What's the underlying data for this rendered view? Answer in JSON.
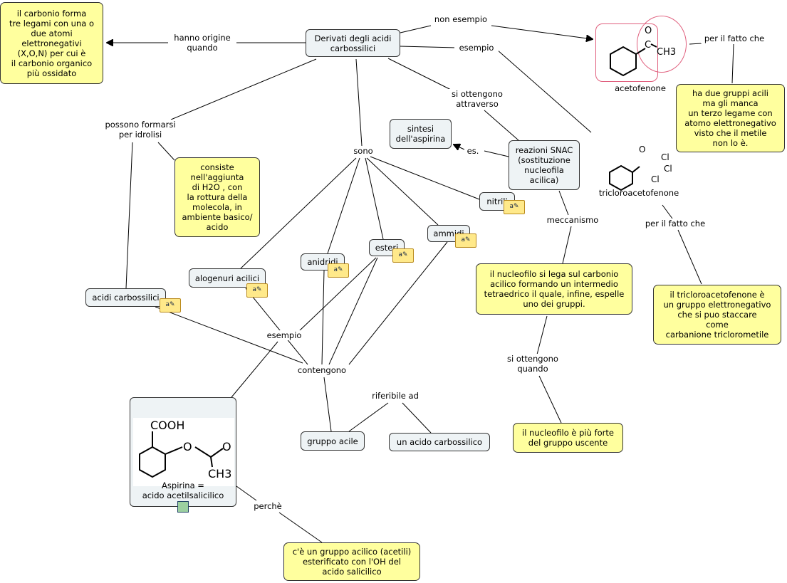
{
  "concepts": {
    "carbonio": "il carbonio forma\ntre legami con una o\ndue atomi\nelettronegativi\n(X,O,N) per cui è\nil carbonio organico\npiù ossidato",
    "main": "Derivati degli acidi\ncarbossilici",
    "acetofenone": "acetofenone",
    "due_gruppi": "ha due gruppi acili\nma gli manca\nun terzo legame con\natomo elettronegativo\nvisto che il metile\nnon lo è.",
    "tricloro": "tricloroacetofenone",
    "tricloro_note": "il tricloroacetofenone è\nun gruppo elettronegativo\nche si puo staccare\ncome\ncarbanione triclorometile",
    "idrolisi_note": "consiste\nnell'aggiunta\ndi H2O , con\nla rottura della\nmolecola, in\nambiente basico/\nacido",
    "sintesi": "sintesi\ndell'aspirina",
    "snac": "reazioni SNAC\n(sostituzione\nnucleofila\nacilica)",
    "nitrili": "nitrili",
    "ammidi": "ammidi",
    "esteri": "esteri",
    "anidridi": "anidridi",
    "alogenuri": "alogenuri acilici",
    "acidi": "acidi carbossilici",
    "nucleofilo": "il nucleofilo si lega sul carbonio\nacilico formando un intermedio\ntetraedrico il quale, infine, espelle\nuno dei gruppi.",
    "aspirina": "Aspirina =\nacido acetilsalicilico",
    "gruppo_acile": "gruppo acile",
    "acido_carb": "un acido carbossilico",
    "forte": "il nucleofilo è più forte\ndel gruppo uscente",
    "acilico": "c'è un gruppo acilico (acetili)\nesterificato con l'OH del\nacido salicilico"
  },
  "links": {
    "origine": "hanno origine\nquando",
    "non_esempio": "non esempio",
    "esempio1": "esempio",
    "per_fatto1": "per il fatto che",
    "ottengono": "si ottengono\nattraverso",
    "per_fatto2": "per il fatto che",
    "idrolisi": "possono formarsi\nper idrolisi",
    "es": "es.",
    "sono": "sono",
    "meccanismo": "meccanismo",
    "esempio2": "esempio",
    "contengono": "contengono",
    "quando": "si ottengono\nquando",
    "riferibile": "riferibile ad",
    "perche": "perchè"
  },
  "chem": {
    "o": "O",
    "c": "C",
    "ch3": "CH3",
    "cl": "Cl",
    "cooh": "COOH"
  },
  "colors": {
    "note": "#ffff9e",
    "concept": "#eef3f5",
    "highlight": "#e0607e"
  }
}
